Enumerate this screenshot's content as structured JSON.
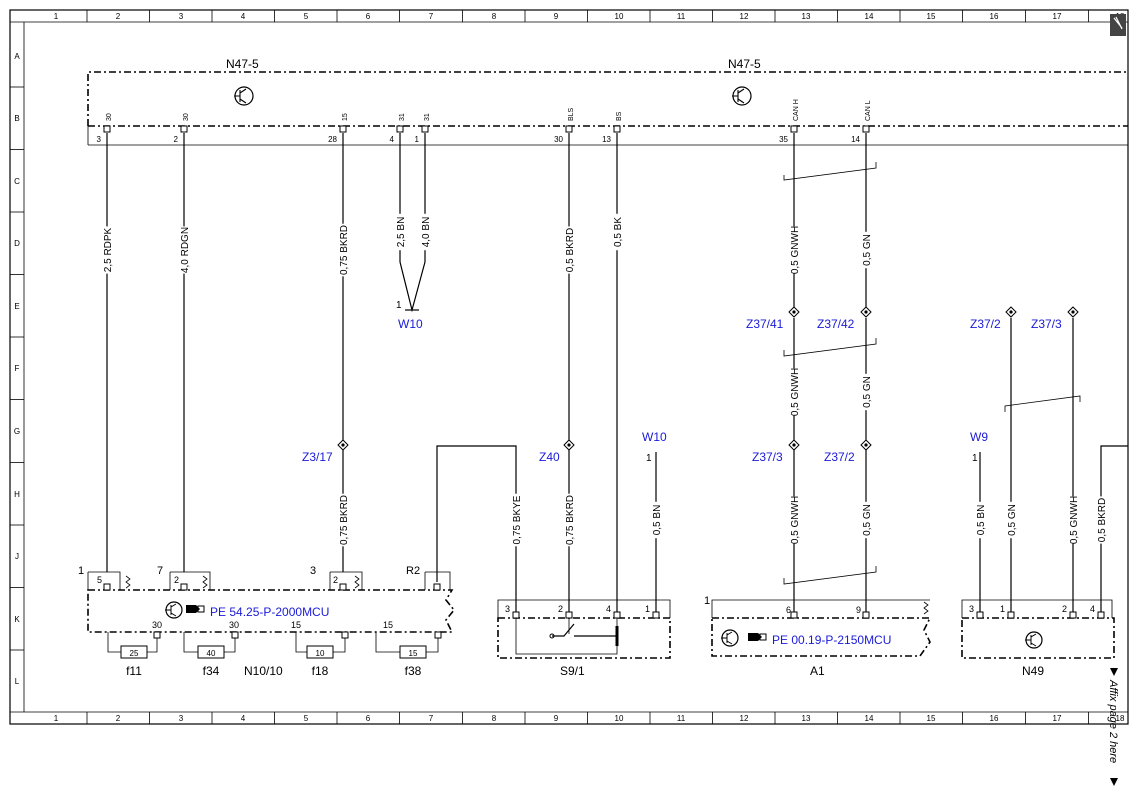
{
  "grid": {
    "columns": [
      "1",
      "2",
      "3",
      "4",
      "5",
      "6",
      "7",
      "8",
      "9",
      "10",
      "11",
      "12",
      "13",
      "14",
      "15",
      "16",
      "17",
      "18"
    ],
    "rows": [
      "A",
      "B",
      "C",
      "D",
      "E",
      "F",
      "G",
      "H",
      "J",
      "K",
      "L"
    ]
  },
  "modules": {
    "n47_left": "N47-5",
    "n47_right": "N47-5",
    "n10_10": "N10/10",
    "s9_1": "S9/1",
    "a1": "A1",
    "n49": "N49"
  },
  "references": {
    "pe_n10": "PE 54.25-P-2000MCU",
    "pe_a1": "PE 00.19-P-2150MCU"
  },
  "n47_pins": [
    {
      "label": "30",
      "number": "3"
    },
    {
      "label": "30",
      "number": "2"
    },
    {
      "label": "15",
      "number": "28"
    },
    {
      "label": "31",
      "number": "4"
    },
    {
      "label": "31",
      "number": "1"
    },
    {
      "label": "BLS",
      "number": "30"
    },
    {
      "label": "BS",
      "number": "13"
    },
    {
      "label": "CAN H",
      "number": "35"
    },
    {
      "label": "CAN L",
      "number": "14"
    }
  ],
  "wires": [
    "2,5 RDPK",
    "4,0 RDGN",
    "0,75 BKRD",
    "2,5 BN",
    "4,0 BN",
    "0,5 BKRD",
    "0,5 BK",
    "0,5 GNWH",
    "0,5 GN",
    "0,5 GNWH",
    "0,5 GN",
    "0,75 BKRD",
    "0,75 BKYE",
    "0,75 BKRD",
    "0,5 BN",
    "0,5 GNWH",
    "0,5 GN",
    "0,5 BN",
    "0,5 GN",
    "0,5 GNWH",
    "0,5 BKRD"
  ],
  "splices": {
    "z37_41": "Z37/41",
    "z37_42": "Z37/42",
    "z37_2a": "Z37/2",
    "z37_3a": "Z37/3",
    "z3_17": "Z3/17",
    "z40": "Z40",
    "z37_3b": "Z37/3",
    "z37_2b": "Z37/2"
  },
  "grounds": {
    "w10_top": "W10",
    "w10_top_pin": "1",
    "w10_mid": "W10",
    "w10_mid_pin": "1",
    "w9": "W9",
    "w9_pin": "1"
  },
  "n10_pins": {
    "p5": "5",
    "p2": "2",
    "p2b": "2",
    "r2": "R2",
    "side1": "1",
    "side7": "7",
    "side3": "3",
    "f30a": "30",
    "f30b": "30",
    "f15a": "15",
    "f15b": "15"
  },
  "fuses": [
    {
      "label": "f11",
      "rating": "25"
    },
    {
      "label": "f34",
      "rating": "40"
    },
    {
      "label": "f18",
      "rating": "10"
    },
    {
      "label": "f38",
      "rating": "15"
    }
  ],
  "s9_pins": [
    "3",
    "2",
    "4",
    "1"
  ],
  "a1_pins": {
    "side": "1",
    "p6": "6",
    "p9": "9"
  },
  "n49_pins": [
    "3",
    "1",
    "2",
    "4"
  ],
  "affix_note": "Affix page 2 here"
}
